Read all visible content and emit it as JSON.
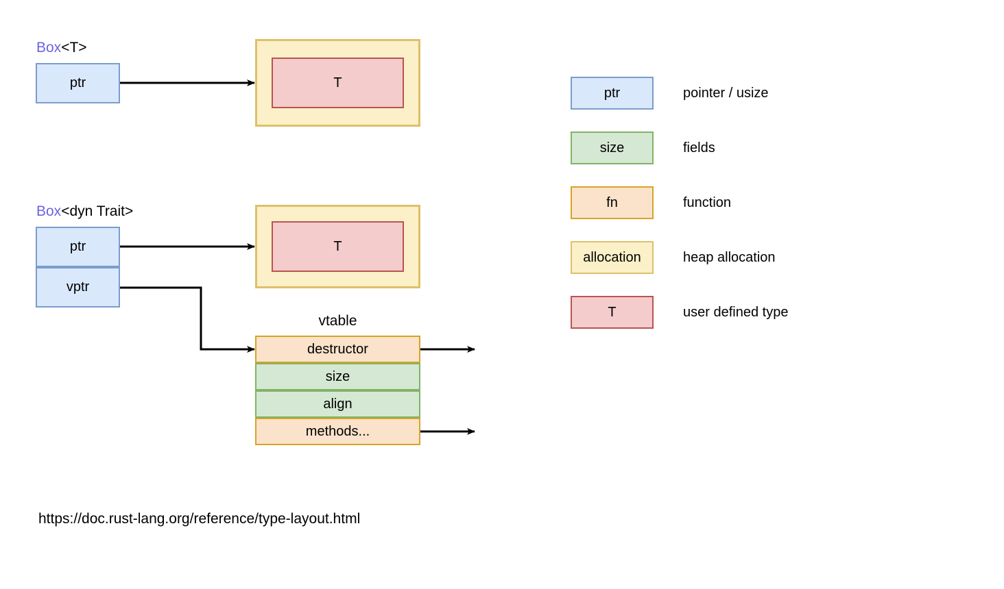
{
  "diagram": {
    "title_box_t": {
      "prefix": "Box",
      "suffix": "<T>"
    },
    "title_box_dyn": {
      "prefix": "Box",
      "suffix": "<dyn Trait>"
    },
    "box_t": {
      "ptr_label": "ptr",
      "alloc_type_label": "T"
    },
    "box_dyn": {
      "ptr_label": "ptr",
      "vptr_label": "vptr",
      "alloc_type_label": "T"
    },
    "vtable": {
      "caption": "vtable",
      "rows": [
        {
          "label": "destructor",
          "kind": "fn",
          "has_pointer_dot": true
        },
        {
          "label": "size",
          "kind": "fields",
          "has_pointer_dot": false
        },
        {
          "label": "align",
          "kind": "fields",
          "has_pointer_dot": false
        },
        {
          "label": "methods...",
          "kind": "fn",
          "has_pointer_dot": true
        }
      ]
    },
    "source_url": "https://doc.rust-lang.org/reference/type-layout.html"
  },
  "legend": {
    "items": [
      {
        "swatch_label": "ptr",
        "kind": "ptr",
        "description": "pointer / usize"
      },
      {
        "swatch_label": "size",
        "kind": "fields",
        "description": "fields"
      },
      {
        "swatch_label": "fn",
        "kind": "fn",
        "description": "function"
      },
      {
        "swatch_label": "allocation",
        "kind": "alloc",
        "description": "heap allocation"
      },
      {
        "swatch_label": "T",
        "kind": "type",
        "description": "user defined type"
      }
    ]
  },
  "colors": {
    "ptr_fill": "#dae8fc",
    "ptr_stroke": "#7a9dcb",
    "fields_fill": "#d5e8d4",
    "fields_stroke": "#82b366",
    "fn_fill": "#fae3ca",
    "fn_stroke": "#d6a327",
    "alloc_fill": "#fbf0c8",
    "alloc_stroke": "#dfc06a",
    "type_fill": "#f4cccc",
    "type_stroke": "#b85450",
    "wire": "#000000",
    "box_keyword": "#6c63e0"
  }
}
